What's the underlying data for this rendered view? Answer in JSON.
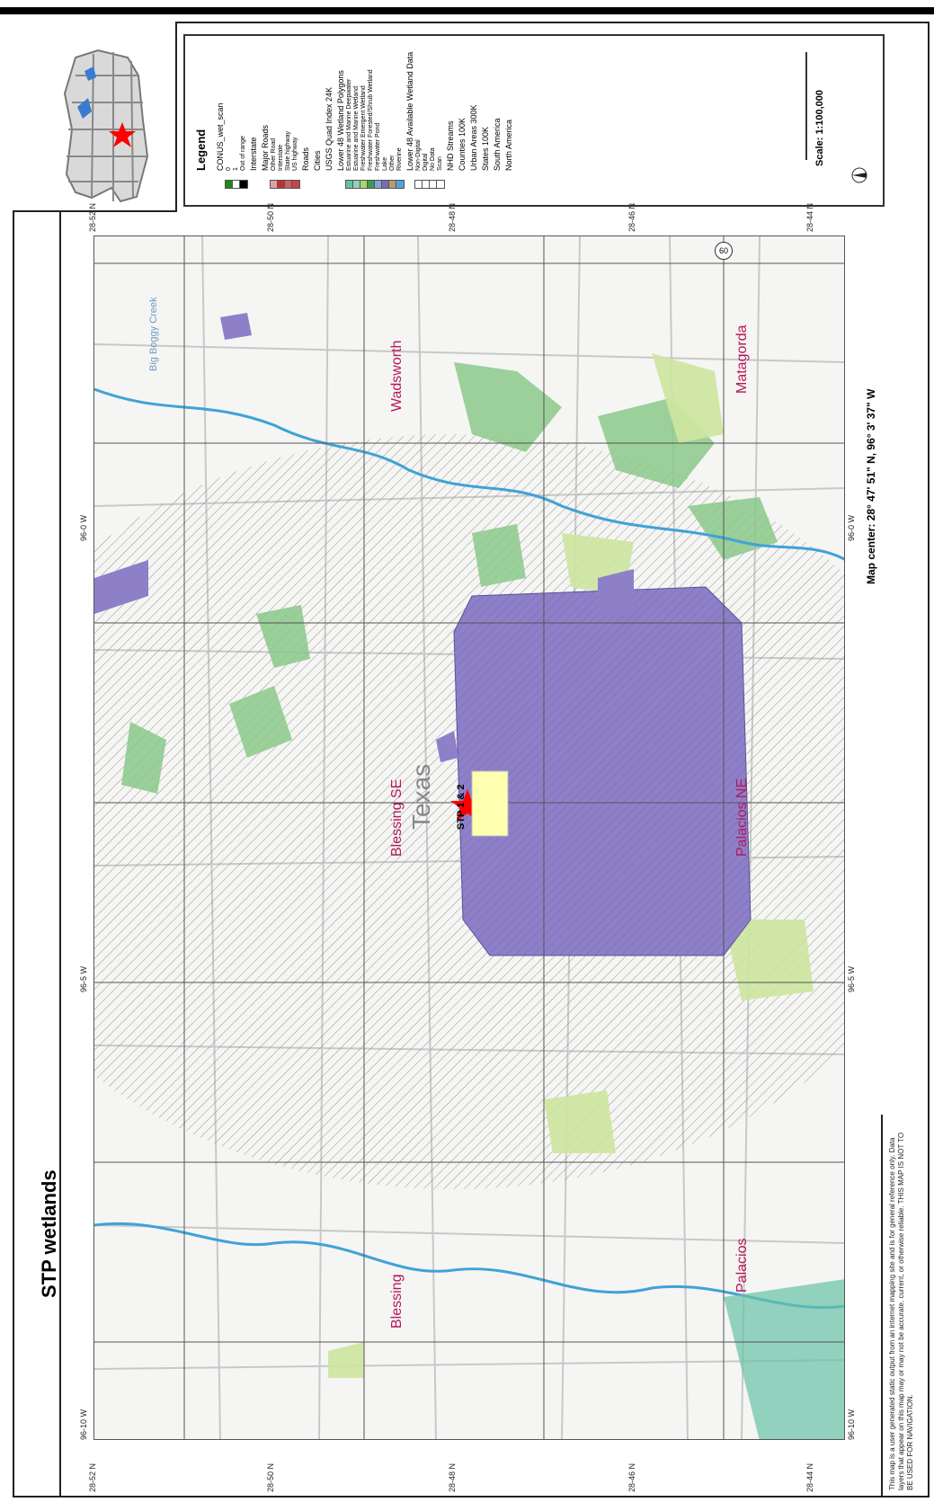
{
  "title": "STP wetlands",
  "legend": {
    "heading": "Legend",
    "groups": [
      {
        "label": "CONUS_wet_scan",
        "items": [
          {
            "text": "0",
            "color": "#1a8a1a"
          },
          {
            "text": "1",
            "color": "#ffffff"
          },
          {
            "text": "Out of range",
            "color": "#000000"
          }
        ]
      },
      {
        "label": "Interstate",
        "items": []
      },
      {
        "label": "Major Roads",
        "items": [
          {
            "text": "Other Road",
            "color": "#e0a0a0"
          },
          {
            "text": "Interstate",
            "color": "#c03030"
          },
          {
            "text": "State highway",
            "color": "#d06060"
          },
          {
            "text": "US highway",
            "color": "#c04848"
          }
        ]
      },
      {
        "label": "Roads",
        "items": []
      },
      {
        "label": "Cities",
        "items": []
      },
      {
        "label": "USGS Quad Index 24K",
        "items": []
      },
      {
        "label": "Lower 48 Wetland Polygons",
        "items": [
          {
            "text": "Estuarine and Marine Deepwater",
            "color": "#66c2a5"
          },
          {
            "text": "Estuarine and Marine Wetland",
            "color": "#8fd0c0"
          },
          {
            "text": "Freshwater Emergent Wetland",
            "color": "#a6d96a"
          },
          {
            "text": "Freshwater Forested/Shrub Wetland",
            "color": "#3c9a50"
          },
          {
            "text": "Freshwater Pond",
            "color": "#7da7d9"
          },
          {
            "text": "Lake",
            "color": "#7d6ab8"
          },
          {
            "text": "Other",
            "color": "#b89a70"
          },
          {
            "text": "Riverine",
            "color": "#4da6d6"
          }
        ]
      },
      {
        "label": "Lower 48 Available Wetland Data",
        "items": [
          {
            "text": "Non-Digital",
            "color": "#ffffff"
          },
          {
            "text": "Digital",
            "color": "#ffffff"
          },
          {
            "text": "No Data",
            "color": "#ffffff"
          },
          {
            "text": "Scan",
            "color": "#ffffff"
          }
        ]
      },
      {
        "label": "NHD Streams",
        "items": []
      },
      {
        "label": "Counties 100K",
        "items": []
      },
      {
        "label": "Urban Areas 300K",
        "items": []
      },
      {
        "label": "States 100K",
        "items": []
      },
      {
        "label": "South America",
        "items": []
      },
      {
        "label": "North America",
        "items": []
      }
    ],
    "scale": "Scale: 1:100,000"
  },
  "map": {
    "center": "Map center: 28° 47' 51\" N, 96° 3' 37\" W",
    "lat_labels": [
      "28-52 N",
      "28-50 N",
      "28-48 N",
      "28-46 N",
      "28-44 N"
    ],
    "lon_labels": [
      "96-0 W",
      "96-5 W",
      "96-10 W"
    ],
    "places": [
      "Wadsworth",
      "Matagorda",
      "Blessing SE",
      "Palacios NE",
      "Blessing",
      "Palacios"
    ],
    "state_label": "Texas",
    "site_label": "STP 1 & 2",
    "route_marker": "60",
    "streams": [
      "Big Boggy Creek"
    ]
  },
  "disclaimer": "This map is a user generated static output from an internet mapping site and is for general reference only. Data layers that appear on this map may or may not be accurate, current, or otherwise reliable. THIS MAP IS NOT TO BE USED FOR NAVIGATION.",
  "colors": {
    "lake": "#8e80c8",
    "wetland_green": "#8cc98a",
    "emergent": "#cde6a0",
    "river": "#3fa3d6",
    "place_label": "#b1185a",
    "star": "#ff0000"
  }
}
